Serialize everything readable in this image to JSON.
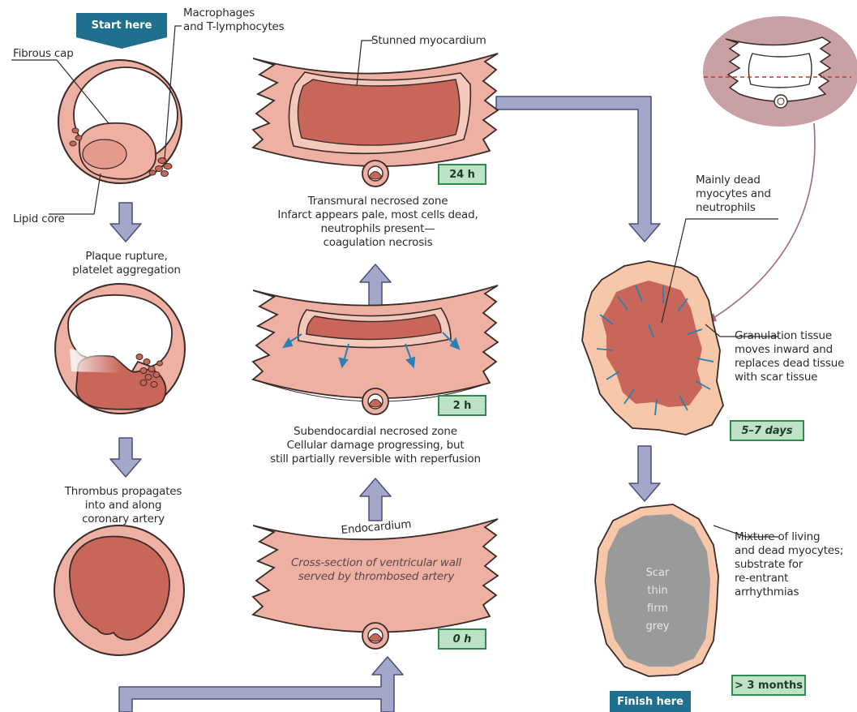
{
  "banners": {
    "start": "Start here",
    "finish": "Finish here"
  },
  "labels": {
    "macrophages": "Macrophages\nand T-lymphocytes",
    "fibrous_cap": "Fibrous cap",
    "lipid_core": "Lipid core",
    "plaque_rupture": "Plaque rupture,\nplatelet aggregation",
    "thrombus": "Thrombus propagates\ninto and along\ncoronary artery",
    "stunned": "Stunned myocardium",
    "transmural": "Transmural necrosed zone\nInfarct appears pale, most cells dead,\nneutrophils present—\ncoagulation necrosis",
    "subendocardial": "Subendocardial necrosed zone\nCellular damage progressing, but\nstill partially reversible with reperfusion",
    "endocardium": "Endocardium",
    "cross_section": "Cross-section of ventricular wall\nserved by thrombosed artery",
    "dead_myocytes": "Mainly dead\nmyocytes and\nneutrophils",
    "granulation": "Granulation tissue\nmoves inward and\nreplaces dead tissue\nwith scar tissue",
    "mixture": "Mixture of living\nand dead myocytes;\nsubstrate for\nre-entrant\narrhythmias",
    "scar": "Scar\nthin\nfirm\ngrey"
  },
  "time_badges": {
    "h24": "24 h",
    "h2": "2 h",
    "h0": "0 h",
    "days": "5–7 days",
    "months": "> 3 months"
  },
  "colors": {
    "tissue": "#eeb0a2",
    "tissue_light": "#f4c9bc",
    "tissue_dark": "#c8665a",
    "outline": "#3a2a28",
    "arrow_fill": "#a3a7c9",
    "arrow_stroke": "#4b4e78",
    "banner": "#1f6f8f",
    "badge_fill": "#bde2c6",
    "badge_border": "#2f8a50",
    "scar_grey": "#9a9a9a",
    "inward_arrow": "#2a7fb3",
    "purple_circle": "#c9a0a6",
    "pointer_line": "#a06a7c",
    "cut_line": "#c0392b"
  }
}
